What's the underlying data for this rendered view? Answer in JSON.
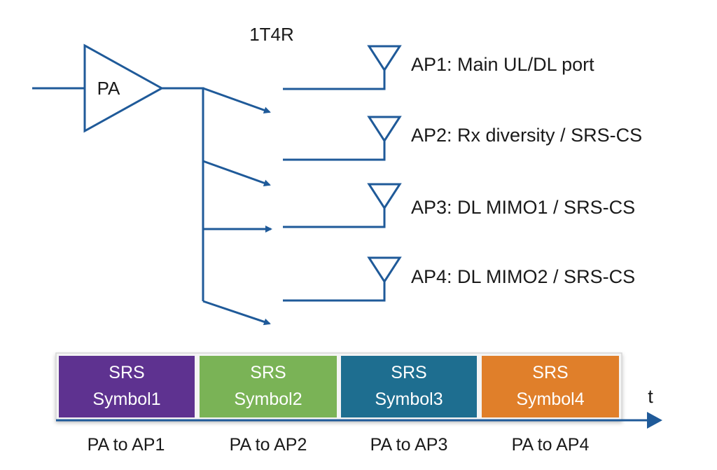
{
  "diagram": {
    "config_label": "1T4R",
    "pa_label": "PA",
    "line_color": "#1f5a99",
    "antenna_ports": [
      {
        "label": "AP1: Main UL/DL port"
      },
      {
        "label": "AP2: Rx diversity / SRS-CS"
      },
      {
        "label": "AP3: DL MIMO1 / SRS-CS"
      },
      {
        "label": "AP4: DL MIMO2 / SRS-CS"
      }
    ]
  },
  "timeline": {
    "axis_label": "t",
    "symbols": [
      {
        "line1": "SRS",
        "line2": "Symbol1",
        "caption": "PA to AP1",
        "color": "#5e3290"
      },
      {
        "line1": "SRS",
        "line2": "Symbol2",
        "caption": "PA to AP2",
        "color": "#7ab356"
      },
      {
        "line1": "SRS",
        "line2": "Symbol3",
        "caption": "PA to AP3",
        "color": "#1e6e90"
      },
      {
        "line1": "SRS",
        "line2": "Symbol4",
        "caption": "PA to AP4",
        "color": "#e07f2a"
      }
    ]
  }
}
